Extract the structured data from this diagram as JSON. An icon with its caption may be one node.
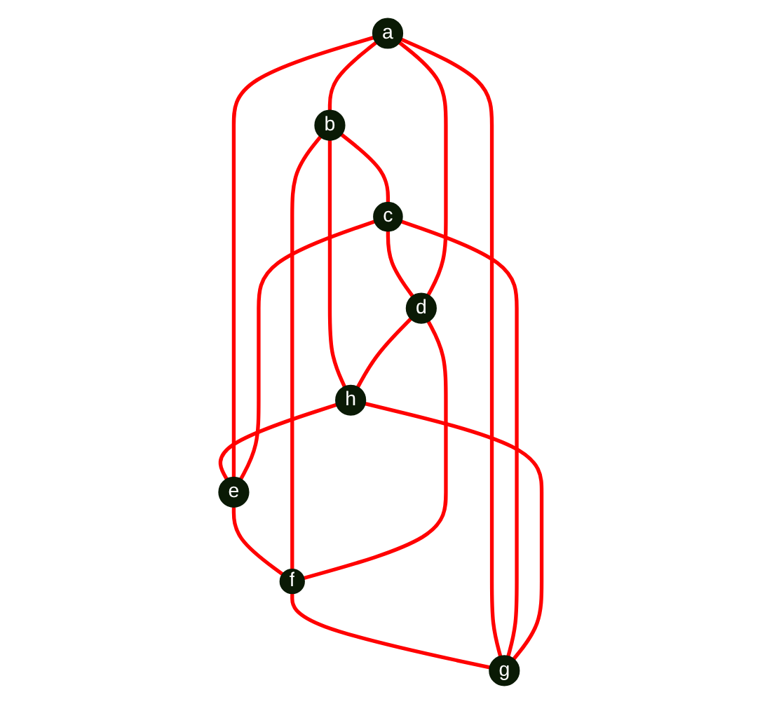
{
  "diagram": {
    "nodes": [
      {
        "text": [
          "a"
        ]
      },
      {
        "text": [
          "b"
        ]
      },
      {
        "text": [
          "e"
        ]
      },
      {
        "text": [
          "f"
        ]
      },
      {
        "text": [
          "h"
        ]
      },
      {
        "text": [
          "g"
        ]
      },
      {
        "text": [
          "d"
        ]
      },
      {
        "text": [
          "c"
        ]
      }
    ],
    "edges": [
      {
        "from": 0,
        "to": 1,
        "arrow": "none"
      },
      {
        "from": 1,
        "to": 7,
        "arrow": "none"
      },
      {
        "from": 7,
        "to": 6,
        "arrow": "none"
      },
      {
        "from": 6,
        "to": 0,
        "arrow": "none"
      },
      {
        "from": 2,
        "to": 3,
        "arrow": "none"
      },
      {
        "from": 3,
        "to": 5,
        "arrow": "none"
      },
      {
        "from": 5,
        "to": 4,
        "arrow": "none"
      },
      {
        "from": 4,
        "to": 2,
        "arrow": "none"
      },
      {
        "from": 0,
        "to": 2,
        "arrow": "none"
      },
      {
        "from": 0,
        "to": 5,
        "arrow": "none"
      },
      {
        "from": 1,
        "to": 3,
        "arrow": "none"
      },
      {
        "from": 1,
        "to": 4,
        "arrow": "none"
      },
      {
        "from": 6,
        "to": 4,
        "arrow": "none"
      },
      {
        "from": 6,
        "to": 3,
        "arrow": "none"
      },
      {
        "from": 7,
        "to": 5,
        "arrow": "none"
      },
      {
        "from": 7,
        "to": 2,
        "arrow": "none"
      }
    ]
  }
}
